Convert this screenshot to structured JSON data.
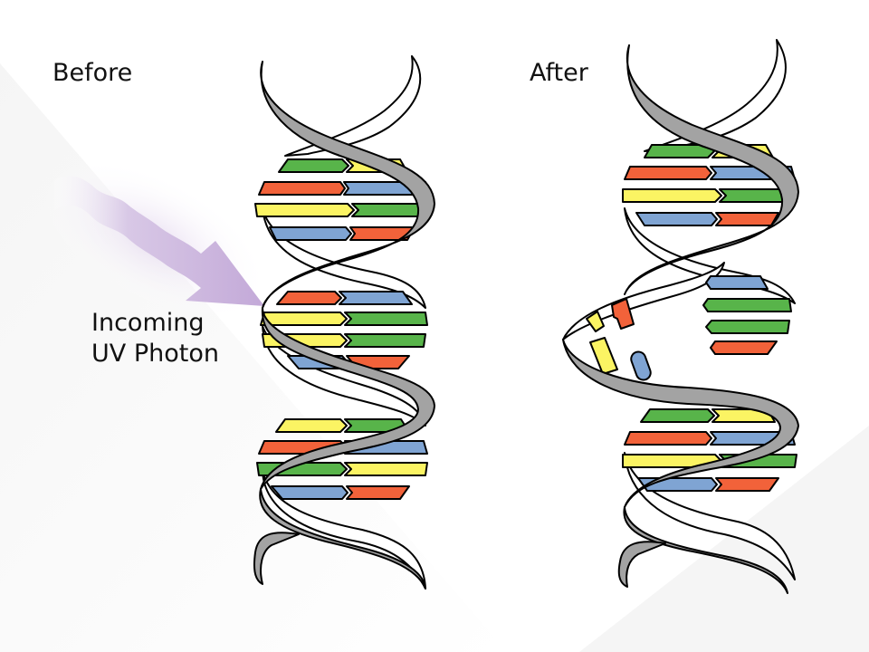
{
  "labels": {
    "before": "Before",
    "after": "After",
    "photon_line1": "Incoming",
    "photon_line2": "UV Photon"
  },
  "colors": {
    "background": "#ffffff",
    "background_shade": "#ececec",
    "backbone_fill": "#a3a3a3",
    "backbone_inner": "#ffffff",
    "outline": "#000000",
    "photon_arrow": "#c9b3dc",
    "base_green": "#58b44a",
    "base_orange": "#f2623a",
    "base_yellow": "#fbf463",
    "base_blue": "#7fa4d3"
  },
  "icons": {
    "photon": "wavy-arrow-icon",
    "dna": "double-helix-icon",
    "damaged_base": "broken-base-icon"
  }
}
